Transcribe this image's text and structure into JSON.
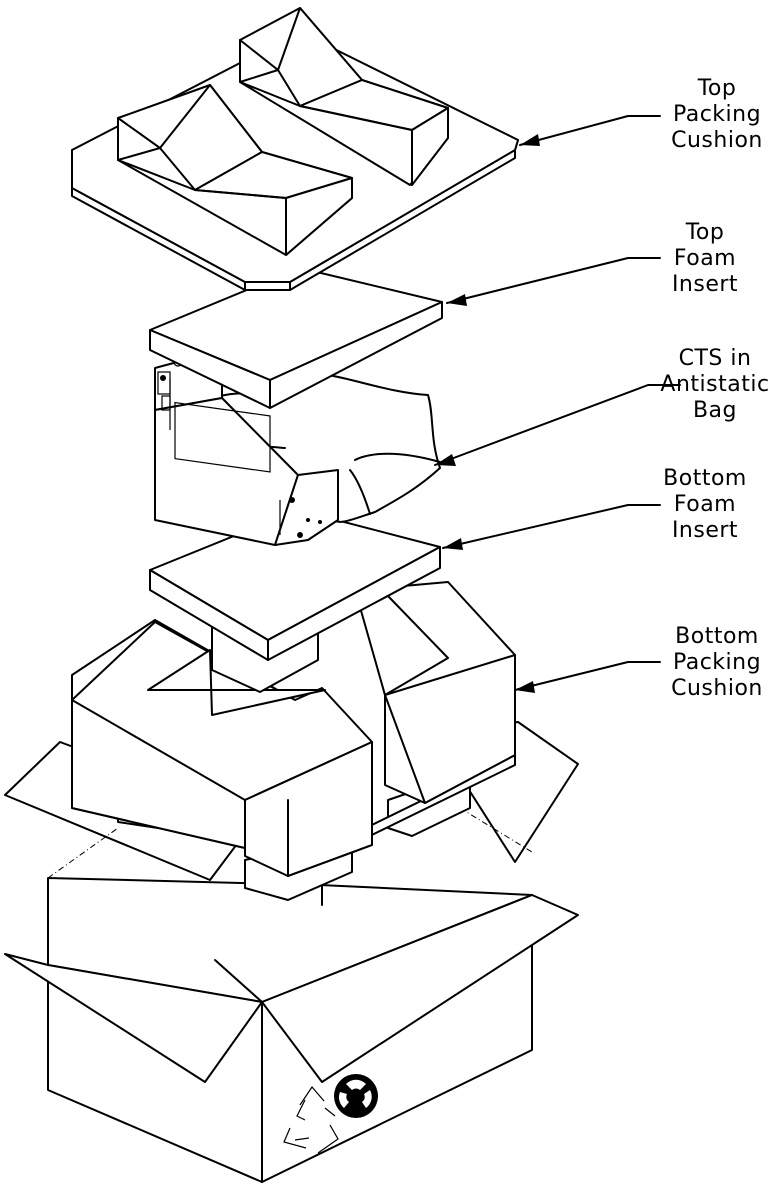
{
  "labels": {
    "top_cushion": [
      "Top",
      "Packing",
      "Cushion"
    ],
    "top_foam": [
      "Top",
      "Foam",
      "Insert"
    ],
    "cts": [
      "CTS  in",
      "Antistatic",
      "Bag"
    ],
    "bottom_foam": [
      "Bottom",
      "Foam",
      "Insert"
    ],
    "bottom_cushion": [
      "Bottom",
      "Packing",
      "Cushion"
    ]
  },
  "icons": [
    "recycle-icon",
    "recycle-circle-icon"
  ]
}
